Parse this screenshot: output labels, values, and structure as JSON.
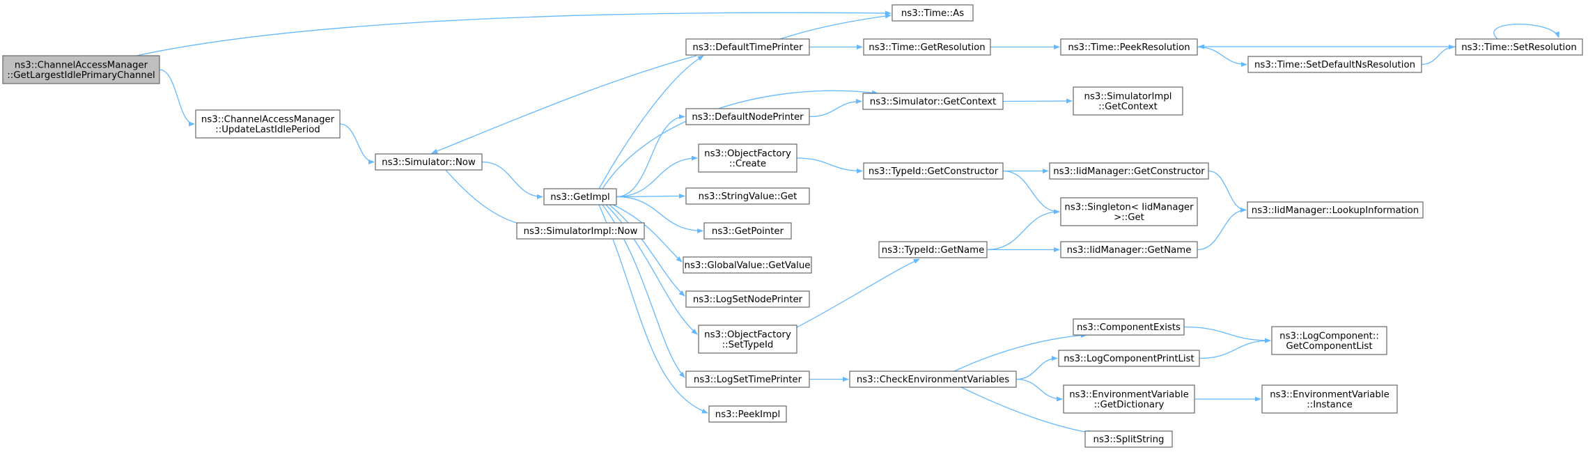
{
  "colors": {
    "edge": "#63b8ff",
    "node_border": "#666666",
    "root_fill": "#bfbfbf",
    "node_fill": "#ffffff"
  },
  "nodes": {
    "root": {
      "lines": [
        "ns3::ChannelAccessManager",
        "::GetLargestIdlePrimaryChannel"
      ]
    },
    "cam_update": {
      "lines": [
        "ns3::ChannelAccessManager",
        "::UpdateLastIdlePeriod"
      ]
    },
    "sim_now": {
      "lines": [
        "ns3::Simulator::Now"
      ]
    },
    "simimpl_now": {
      "lines": [
        "ns3::SimulatorImpl::Now"
      ]
    },
    "getimpl": {
      "lines": [
        "ns3::GetImpl"
      ]
    },
    "time_as": {
      "lines": [
        "ns3::Time::As"
      ]
    },
    "default_time_printer": {
      "lines": [
        "ns3::DefaultTimePrinter"
      ]
    },
    "time_getres": {
      "lines": [
        "ns3::Time::GetResolution"
      ]
    },
    "time_peekres": {
      "lines": [
        "ns3::Time::PeekResolution"
      ]
    },
    "time_setres": {
      "lines": [
        "ns3::Time::SetResolution"
      ]
    },
    "time_setdefault": {
      "lines": [
        "ns3::Time::SetDefaultNsResolution"
      ]
    },
    "default_node_printer": {
      "lines": [
        "ns3::DefaultNodePrinter"
      ]
    },
    "sim_getcontext": {
      "lines": [
        "ns3::Simulator::GetContext"
      ]
    },
    "simimpl_getcontext": {
      "lines": [
        "ns3::SimulatorImpl",
        "::GetContext"
      ]
    },
    "of_create": {
      "lines": [
        "ns3::ObjectFactory",
        "::Create"
      ]
    },
    "typeid_getconstructor": {
      "lines": [
        "ns3::TypeId::GetConstructor"
      ]
    },
    "iid_getconstructor": {
      "lines": [
        "ns3::IidManager::GetConstructor"
      ]
    },
    "iid_lookup": {
      "lines": [
        "ns3::IidManager::LookupInformation"
      ]
    },
    "singleton_get": {
      "lines": [
        "ns3::Singleton< IidManager",
        " >::Get"
      ]
    },
    "stringvalue_get": {
      "lines": [
        "ns3::StringValue::Get"
      ]
    },
    "getpointer": {
      "lines": [
        "ns3::GetPointer"
      ]
    },
    "typeid_getname": {
      "lines": [
        "ns3::TypeId::GetName"
      ]
    },
    "iid_getname": {
      "lines": [
        "ns3::IidManager::GetName"
      ]
    },
    "globalvalue_getvalue": {
      "lines": [
        "ns3::GlobalValue::GetValue"
      ]
    },
    "logsetnodeprinter": {
      "lines": [
        "ns3::LogSetNodePrinter"
      ]
    },
    "of_settypeid": {
      "lines": [
        "ns3::ObjectFactory",
        "::SetTypeId"
      ]
    },
    "componentexists": {
      "lines": [
        "ns3::ComponentExists"
      ]
    },
    "logcomponent_getlist": {
      "lines": [
        "ns3::LogComponent::",
        "GetComponentList"
      ]
    },
    "logcomponentprintlist": {
      "lines": [
        "ns3::LogComponentPrintList"
      ]
    },
    "logsettimeprinter": {
      "lines": [
        "ns3::LogSetTimePrinter"
      ]
    },
    "checkenvvars": {
      "lines": [
        "ns3::CheckEnvironmentVariables"
      ]
    },
    "envvar_getdict": {
      "lines": [
        "ns3::EnvironmentVariable",
        "::GetDictionary"
      ]
    },
    "envvar_instance": {
      "lines": [
        "ns3::EnvironmentVariable",
        "::Instance"
      ]
    },
    "splitstring": {
      "lines": [
        "ns3::SplitString"
      ]
    },
    "peekimpl": {
      "lines": [
        "ns3::PeekImpl"
      ]
    }
  },
  "edges": [
    [
      "root",
      "time_as"
    ],
    [
      "root",
      "cam_update"
    ],
    [
      "cam_update",
      "sim_now"
    ],
    [
      "sim_now",
      "getimpl"
    ],
    [
      "sim_now",
      "simimpl_now"
    ],
    [
      "default_time_printer",
      "sim_now"
    ],
    [
      "getimpl",
      "default_time_printer"
    ],
    [
      "getimpl",
      "default_node_printer"
    ],
    [
      "getimpl",
      "sim_getcontext"
    ],
    [
      "getimpl",
      "of_create"
    ],
    [
      "getimpl",
      "stringvalue_get"
    ],
    [
      "getimpl",
      "getpointer"
    ],
    [
      "getimpl",
      "globalvalue_getvalue"
    ],
    [
      "getimpl",
      "logsetnodeprinter"
    ],
    [
      "getimpl",
      "of_settypeid"
    ],
    [
      "getimpl",
      "logsettimeprinter"
    ],
    [
      "getimpl",
      "peekimpl"
    ],
    [
      "default_time_printer",
      "time_as"
    ],
    [
      "default_time_printer",
      "time_getres"
    ],
    [
      "time_getres",
      "time_peekres"
    ],
    [
      "time_peekres",
      "time_setdefault"
    ],
    [
      "time_setdefault",
      "time_setres"
    ],
    [
      "time_setres",
      "time_peekres"
    ],
    [
      "time_setres",
      "time_setres"
    ],
    [
      "default_node_printer",
      "sim_getcontext"
    ],
    [
      "sim_getcontext",
      "simimpl_getcontext"
    ],
    [
      "of_create",
      "typeid_getconstructor"
    ],
    [
      "typeid_getconstructor",
      "iid_getconstructor"
    ],
    [
      "typeid_getconstructor",
      "singleton_get"
    ],
    [
      "iid_getconstructor",
      "iid_lookup"
    ],
    [
      "of_settypeid",
      "typeid_getname"
    ],
    [
      "typeid_getname",
      "singleton_get"
    ],
    [
      "typeid_getname",
      "iid_getname"
    ],
    [
      "iid_getname",
      "iid_lookup"
    ],
    [
      "logsettimeprinter",
      "checkenvvars"
    ],
    [
      "checkenvvars",
      "componentexists"
    ],
    [
      "checkenvvars",
      "logcomponentprintlist"
    ],
    [
      "checkenvvars",
      "envvar_getdict"
    ],
    [
      "checkenvvars",
      "splitstring"
    ],
    [
      "componentexists",
      "logcomponent_getlist"
    ],
    [
      "logcomponentprintlist",
      "logcomponent_getlist"
    ],
    [
      "envvar_getdict",
      "envvar_instance"
    ]
  ]
}
